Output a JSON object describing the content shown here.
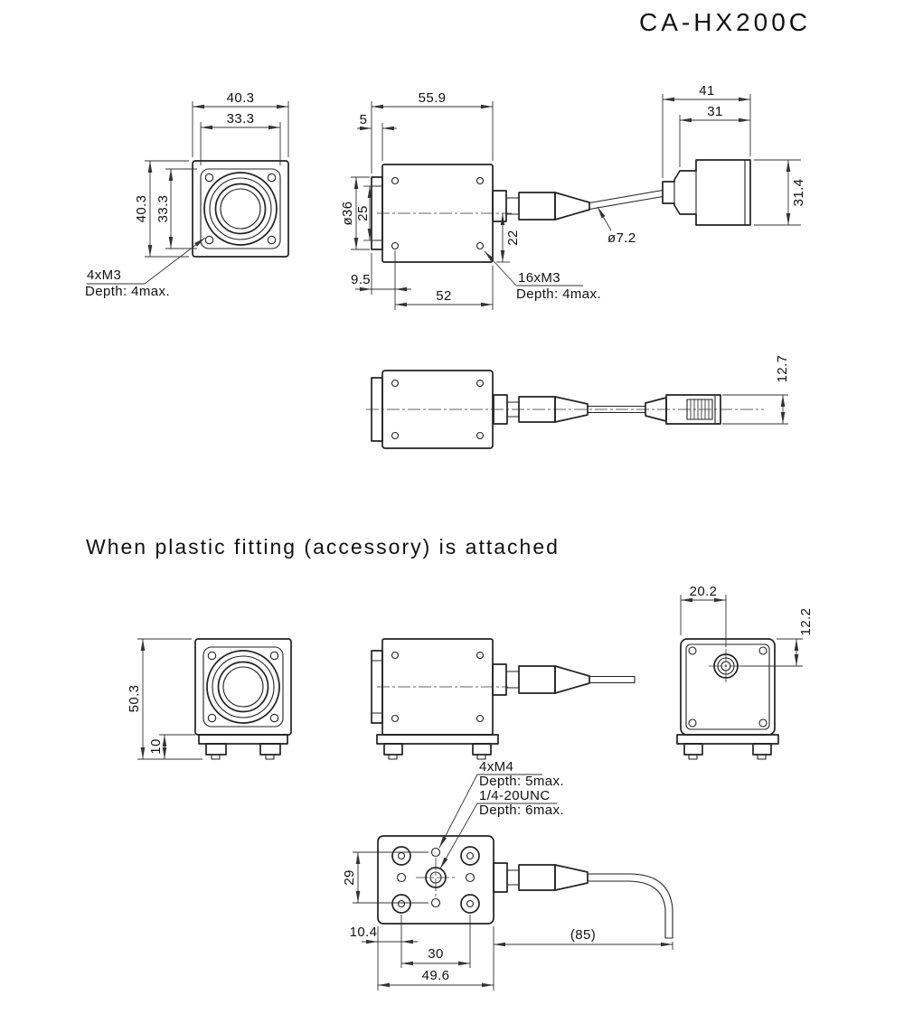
{
  "title": "CA-HX200C",
  "subtitle": "When plastic fitting (accessory) is attached",
  "front_view": {
    "width_outer": "40.3",
    "width_inner": "33.3",
    "height_outer": "40.3",
    "height_inner": "33.3",
    "screw_note_line1": "4xM3",
    "screw_note_line2": "Depth: 4max."
  },
  "side_view": {
    "depth_total": "55.9",
    "flange_depth": "5",
    "lens_diameter": "ø36",
    "lens_opening": "25",
    "hole_offset": "9.5",
    "body_depth": "52",
    "connector_offset": "22",
    "screw_note_line1": "16xM3",
    "screw_note_line2": "Depth: 4max.",
    "cable_diameter": "ø7.2"
  },
  "connector_view": {
    "width_outer": "41",
    "width_inner": "31",
    "height": "31.4"
  },
  "top_view": {
    "connector_height": "12.7"
  },
  "fitting_front_view": {
    "height_total": "50.3",
    "fitting_height": "10"
  },
  "rear_view": {
    "connector_offset_x": "20.2",
    "connector_offset_y": "12.2"
  },
  "bottom_view": {
    "note_line1": "4xM4",
    "note_line2": "Depth: 5max.",
    "note_line3": "1/4-20UNC",
    "note_line4": "Depth: 6max.",
    "hole_span_y": "29",
    "edge_offset": "10.4",
    "hole_pitch": "30",
    "width": "49.6",
    "cable_length": "(85)"
  }
}
